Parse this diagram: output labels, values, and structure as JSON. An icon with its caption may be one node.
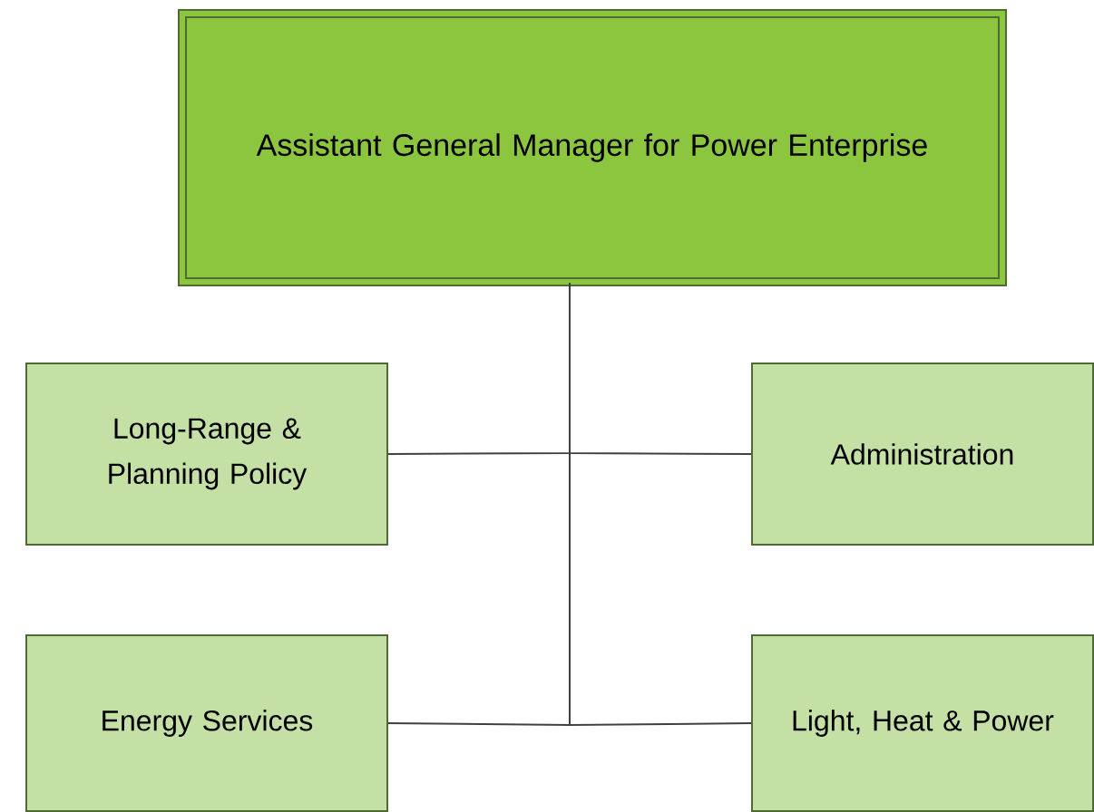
{
  "diagram": {
    "nodes": [
      {
        "text": [
          "Assistant General Manager for Power Enterprise"
        ]
      },
      {
        "text": [
          "Long-Range & Planning Policy"
        ]
      },
      {
        "text": [
          "Administration"
        ]
      },
      {
        "text": [
          "Energy Services"
        ]
      },
      {
        "text": [
          "Light, Heat & Power"
        ]
      }
    ],
    "edges": [
      {
        "from": 0,
        "to": 1,
        "arrow": "none"
      },
      {
        "from": 0,
        "to": 2,
        "arrow": "none"
      },
      {
        "from": 0,
        "to": 3,
        "arrow": "none"
      },
      {
        "from": 0,
        "to": 4,
        "arrow": "none"
      }
    ]
  }
}
